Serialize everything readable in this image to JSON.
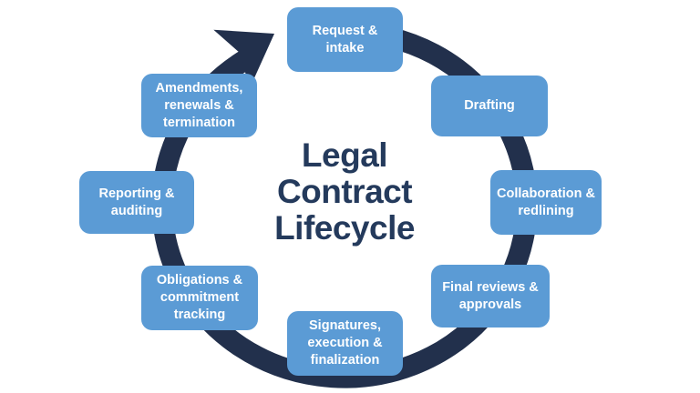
{
  "title": "Legal\nContract\nLifecycle",
  "stages": [
    {
      "label": "Request &\nintake"
    },
    {
      "label": "Drafting"
    },
    {
      "label": "Collaboration &\nredlining"
    },
    {
      "label": "Final reviews &\napprovals"
    },
    {
      "label": "Signatures,\nexecution &\nfinalization"
    },
    {
      "label": "Obligations &\ncommitment\ntracking"
    },
    {
      "label": "Reporting &\nauditing"
    },
    {
      "label": "Amendments,\nrenewals &\ntermination"
    }
  ],
  "colors": {
    "stage_fill": "#5B9BD5",
    "stage_text": "#FFFFFF",
    "ring": "#22304C",
    "title_text": "#243A5C",
    "background": "#FFFFFF"
  }
}
